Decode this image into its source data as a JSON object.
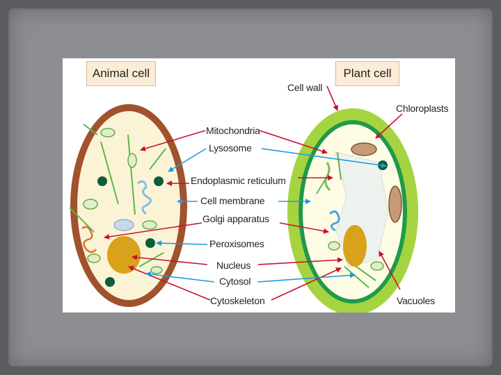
{
  "titles": {
    "animal": "Animal cell",
    "plant": "Plant cell"
  },
  "labels": {
    "cell_wall": "Cell wall",
    "chloroplasts": "Chloroplasts",
    "mitochondria": "Mitochondria",
    "lysosome": "Lysosome",
    "endoplasmic_reticulum": "Endoplasmic reticulum",
    "cell_membrane": "Cell membrane",
    "golgi_apparatus": "Golgi apparatus",
    "peroxisomes": "Peroxisomes",
    "nucleus": "Nucleus",
    "cytosol": "Cytosol",
    "cytoskeleton": "Cytoskeleton",
    "vacuoles": "Vacuoles"
  },
  "colors": {
    "background": "#5b5d60",
    "slide": "#8c8e91",
    "animal_border": "#a0522d",
    "animal_cytoplasm": "#fbf3d6",
    "plant_wall": "#a6d440",
    "plant_membrane": "#1f9a4a",
    "nucleus": "#d9a21b",
    "red_arrow": "#c8102e",
    "blue_arrow": "#1e9be0"
  }
}
